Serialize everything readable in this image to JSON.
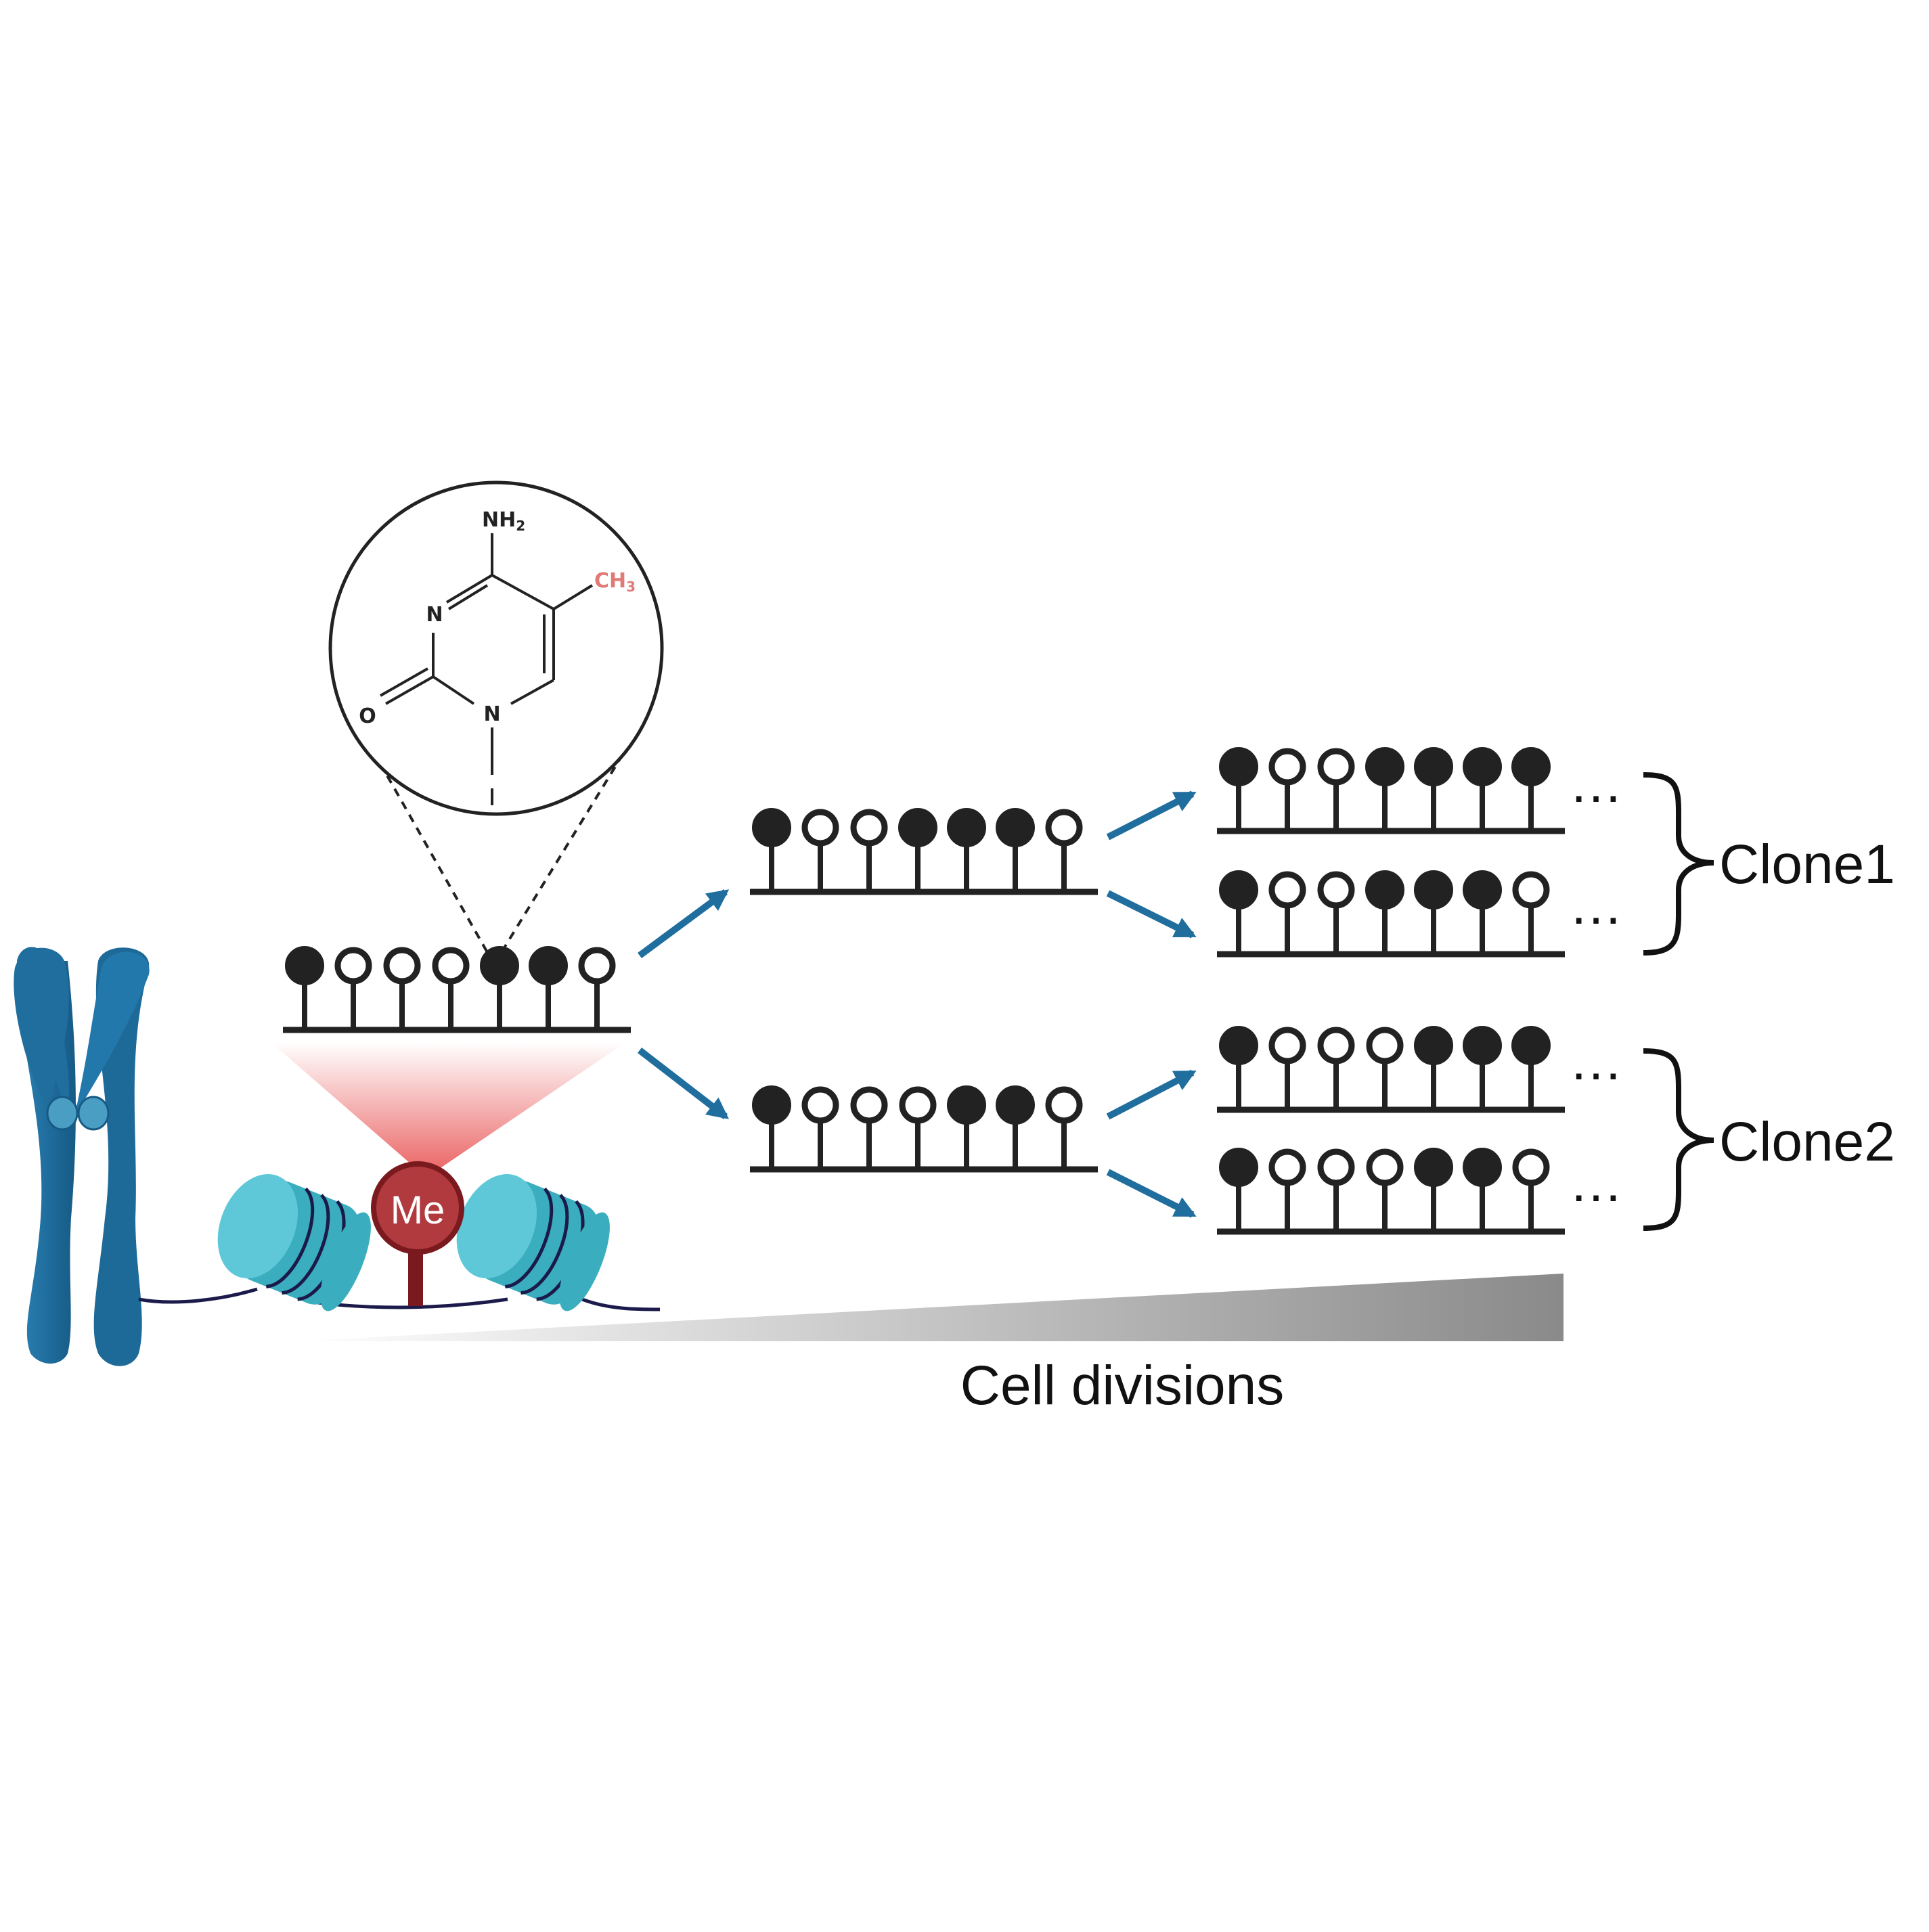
{
  "molecule": {
    "amino": "NH",
    "amino_sub": "2",
    "methyl": "CH",
    "methyl_sub": "3",
    "ring_n_top": "N",
    "ring_n_bottom": "N",
    "carbonyl_o": "O"
  },
  "methyl_badge": "Me",
  "strands": {
    "origin": [
      1,
      0,
      0,
      0,
      1,
      1,
      0
    ],
    "gen1_top": [
      1,
      0,
      0,
      1,
      1,
      1,
      0
    ],
    "gen1_bottom": [
      1,
      0,
      0,
      0,
      1,
      1,
      0
    ],
    "gen2_c1_a": [
      1,
      0,
      0,
      1,
      1,
      1,
      1
    ],
    "gen2_c1_b": [
      1,
      0,
      0,
      1,
      1,
      1,
      0
    ],
    "gen2_c2_a": [
      1,
      0,
      0,
      0,
      1,
      1,
      1
    ],
    "gen2_c2_b": [
      1,
      0,
      0,
      0,
      1,
      1,
      0
    ]
  },
  "ellipsis": "…",
  "clones": [
    "Clone1",
    "Clone2"
  ],
  "axis_label": "Cell divisions",
  "colors": {
    "chromosome": "#1f6e9e",
    "nucleosome": "#5bc2d3",
    "methyl": "#b03a3e",
    "methyl_dark": "#7a1a1e",
    "arrow": "#1f6e9e",
    "ink": "#222222",
    "methyl_text": "#e07a76"
  }
}
